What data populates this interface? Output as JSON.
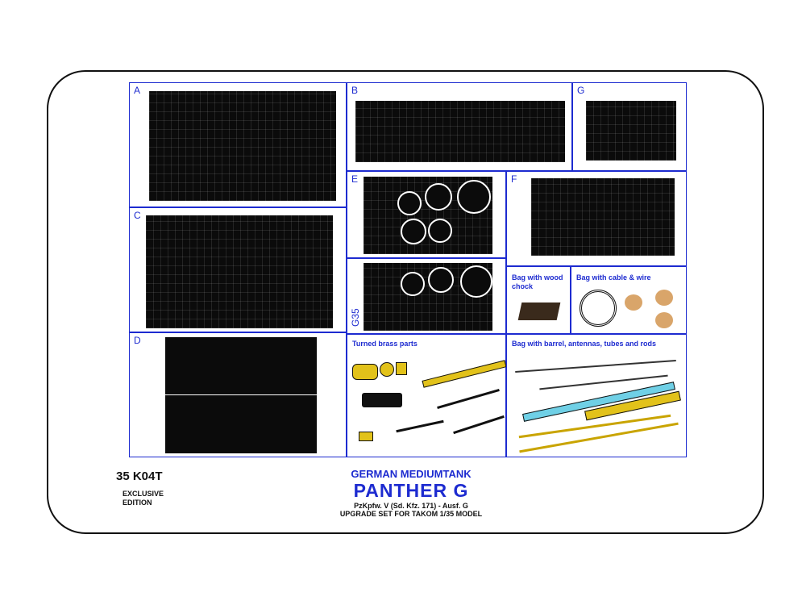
{
  "product": {
    "code": "35 K04T",
    "edition": "EXCLUSIVE EDITION",
    "subtitle": "GERMAN MEDIUMTANK",
    "title": "PANTHER G",
    "designation": "PzKpfw. V (Sd. Kfz. 171) - Ausf. G",
    "upgrade": "UPGRADE SET FOR TAKOM 1/35 MODEL"
  },
  "panels": {
    "a": "A",
    "b": "B",
    "g": "G",
    "c": "C",
    "e": "E",
    "f": "F",
    "g35": "G35",
    "d": "D"
  },
  "bags": {
    "wood": "Bag with wood chock",
    "cable": "Bag with cable & wire",
    "turned": "Turned brass parts",
    "barrel": "Bag with barrel, antennas, tubes and rods"
  },
  "colors": {
    "frame": "#1d2bd0",
    "etch": "#0b0b0b",
    "brass": "#e2c21a",
    "aluminium": "#6fd0e6"
  }
}
